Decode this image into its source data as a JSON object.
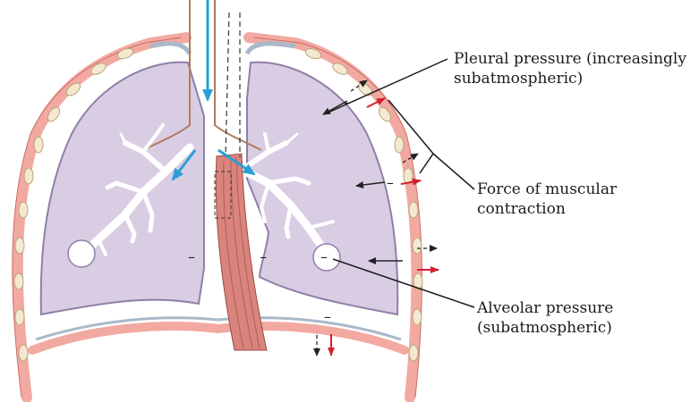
{
  "labels": {
    "pleural": {
      "line1": "Pleural pressure (increasingly",
      "line2": "subatmospheric)"
    },
    "force": {
      "line1": "Force of muscular",
      "line2": "contraction"
    },
    "alveolar": {
      "line1": "Alveolar pressure",
      "line2": "(subatmospheric)"
    }
  },
  "pressure_sign": "–",
  "colors": {
    "lung": "#d9cde3",
    "lung_outline": "#8f7fa6",
    "chest_wall": "#f2a9a1",
    "rib": "#f4e8d0",
    "pleura": "#a9b9c9",
    "trachea_muscle": "#d9847c",
    "airflow_arrow": "#2a9fd6",
    "force_arrow": "#d61f2e",
    "pressure_arrow": "#222222"
  }
}
